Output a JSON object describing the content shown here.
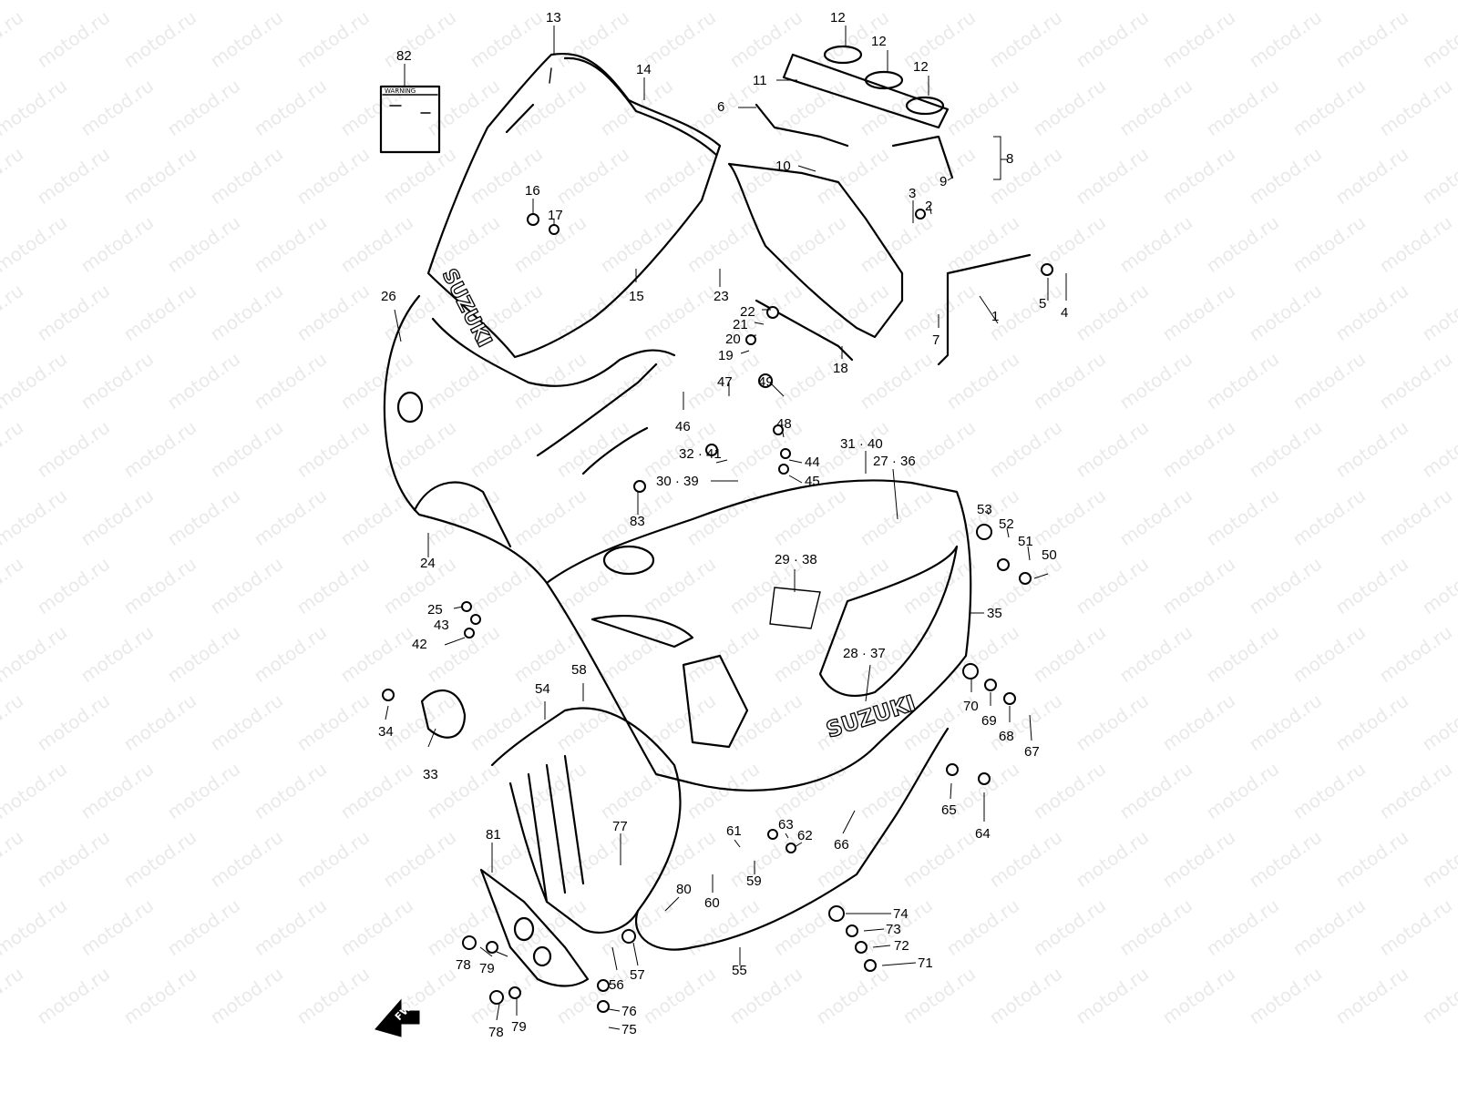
{
  "watermark": {
    "text": "motod.ru",
    "color": "#cfcfcf"
  },
  "brand_logo": {
    "windscreen_text": "SUZUKI",
    "cowling_text": "SUZUKI"
  },
  "warning_label_text": "WARNING",
  "fwd_arrow_text": "FWD",
  "callouts": [
    {
      "id": "c1",
      "text": "1"
    },
    {
      "id": "c2",
      "text": "2"
    },
    {
      "id": "c3",
      "text": "3"
    },
    {
      "id": "c4",
      "text": "4"
    },
    {
      "id": "c5",
      "text": "5"
    },
    {
      "id": "c6",
      "text": "6"
    },
    {
      "id": "c7",
      "text": "7"
    },
    {
      "id": "c8",
      "text": "8"
    },
    {
      "id": "c9",
      "text": "9"
    },
    {
      "id": "c10",
      "text": "10"
    },
    {
      "id": "c11",
      "text": "11"
    },
    {
      "id": "c12a",
      "text": "12"
    },
    {
      "id": "c12b",
      "text": "12"
    },
    {
      "id": "c12c",
      "text": "12"
    },
    {
      "id": "c13",
      "text": "13"
    },
    {
      "id": "c14",
      "text": "14"
    },
    {
      "id": "c15",
      "text": "15"
    },
    {
      "id": "c16",
      "text": "16"
    },
    {
      "id": "c17",
      "text": "17"
    },
    {
      "id": "c18",
      "text": "18"
    },
    {
      "id": "c19",
      "text": "19"
    },
    {
      "id": "c20",
      "text": "20"
    },
    {
      "id": "c21",
      "text": "21"
    },
    {
      "id": "c22",
      "text": "22"
    },
    {
      "id": "c23",
      "text": "23"
    },
    {
      "id": "c24",
      "text": "24"
    },
    {
      "id": "c25",
      "text": "25"
    },
    {
      "id": "c26",
      "text": "26"
    },
    {
      "id": "c27-36",
      "text": "27 · 36"
    },
    {
      "id": "c28-37",
      "text": "28 · 37"
    },
    {
      "id": "c29-38",
      "text": "29 · 38"
    },
    {
      "id": "c30-39",
      "text": "30 · 39"
    },
    {
      "id": "c31-40",
      "text": "31 · 40"
    },
    {
      "id": "c32-41",
      "text": "32 · 41"
    },
    {
      "id": "c33",
      "text": "33"
    },
    {
      "id": "c34",
      "text": "34"
    },
    {
      "id": "c35",
      "text": "35"
    },
    {
      "id": "c42",
      "text": "42"
    },
    {
      "id": "c43",
      "text": "43"
    },
    {
      "id": "c44",
      "text": "44"
    },
    {
      "id": "c45",
      "text": "45"
    },
    {
      "id": "c46",
      "text": "46"
    },
    {
      "id": "c47",
      "text": "47"
    },
    {
      "id": "c48",
      "text": "48"
    },
    {
      "id": "c49",
      "text": "49"
    },
    {
      "id": "c50",
      "text": "50"
    },
    {
      "id": "c51",
      "text": "51"
    },
    {
      "id": "c52",
      "text": "52"
    },
    {
      "id": "c53",
      "text": "53"
    },
    {
      "id": "c54",
      "text": "54"
    },
    {
      "id": "c55",
      "text": "55"
    },
    {
      "id": "c56",
      "text": "56"
    },
    {
      "id": "c57",
      "text": "57"
    },
    {
      "id": "c58",
      "text": "58"
    },
    {
      "id": "c59",
      "text": "59"
    },
    {
      "id": "c60",
      "text": "60"
    },
    {
      "id": "c61",
      "text": "61"
    },
    {
      "id": "c62",
      "text": "62"
    },
    {
      "id": "c63",
      "text": "63"
    },
    {
      "id": "c64",
      "text": "64"
    },
    {
      "id": "c65",
      "text": "65"
    },
    {
      "id": "c66",
      "text": "66"
    },
    {
      "id": "c67",
      "text": "67"
    },
    {
      "id": "c68",
      "text": "68"
    },
    {
      "id": "c69",
      "text": "69"
    },
    {
      "id": "c70",
      "text": "70"
    },
    {
      "id": "c71",
      "text": "71"
    },
    {
      "id": "c72",
      "text": "72"
    },
    {
      "id": "c73",
      "text": "73"
    },
    {
      "id": "c74",
      "text": "74"
    },
    {
      "id": "c75",
      "text": "75"
    },
    {
      "id": "c76",
      "text": "76"
    },
    {
      "id": "c77",
      "text": "77"
    },
    {
      "id": "c78a",
      "text": "78"
    },
    {
      "id": "c78b",
      "text": "78"
    },
    {
      "id": "c79a",
      "text": "79"
    },
    {
      "id": "c79b",
      "text": "79"
    },
    {
      "id": "c80",
      "text": "80"
    },
    {
      "id": "c81",
      "text": "81"
    },
    {
      "id": "c82",
      "text": "82"
    },
    {
      "id": "c83",
      "text": "83"
    }
  ]
}
